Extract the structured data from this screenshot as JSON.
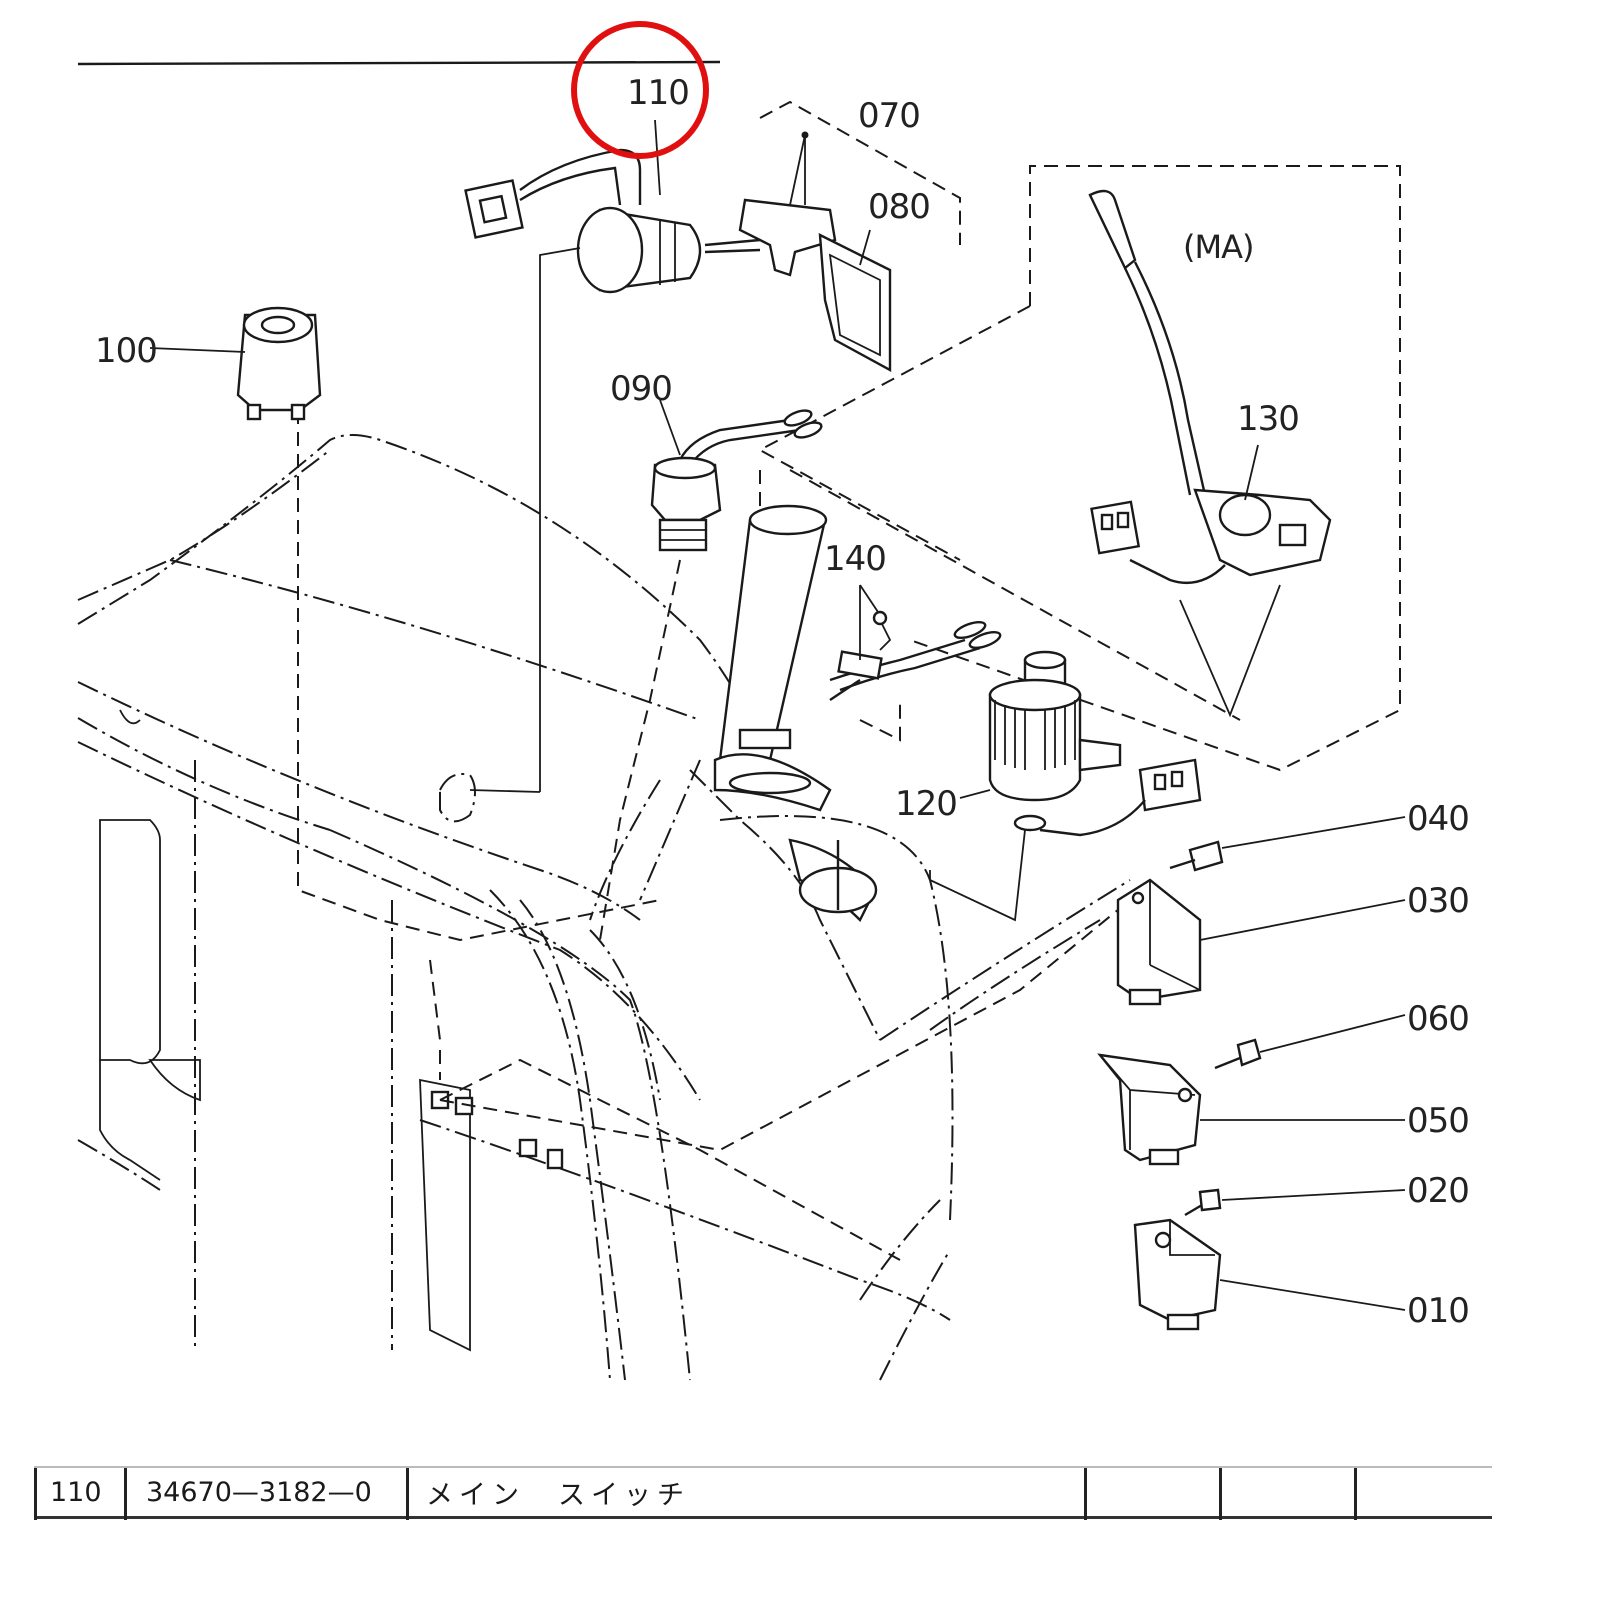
{
  "diagram": {
    "section_label": "(MA)",
    "highlighted_callout": "110",
    "highlight_color": "#e01010",
    "callouts": {
      "c110": "110",
      "c070": "070",
      "c080": "080",
      "c100": "100",
      "c090": "090",
      "c130": "130",
      "c140": "140",
      "c120": "120",
      "c040": "040",
      "c030": "030",
      "c060": "060",
      "c050": "050",
      "c020": "020",
      "c010": "010"
    }
  },
  "parts_table": {
    "row": {
      "ref": "110",
      "part_number": "34670—3182—0",
      "description": "メイン　スイッチ"
    }
  }
}
